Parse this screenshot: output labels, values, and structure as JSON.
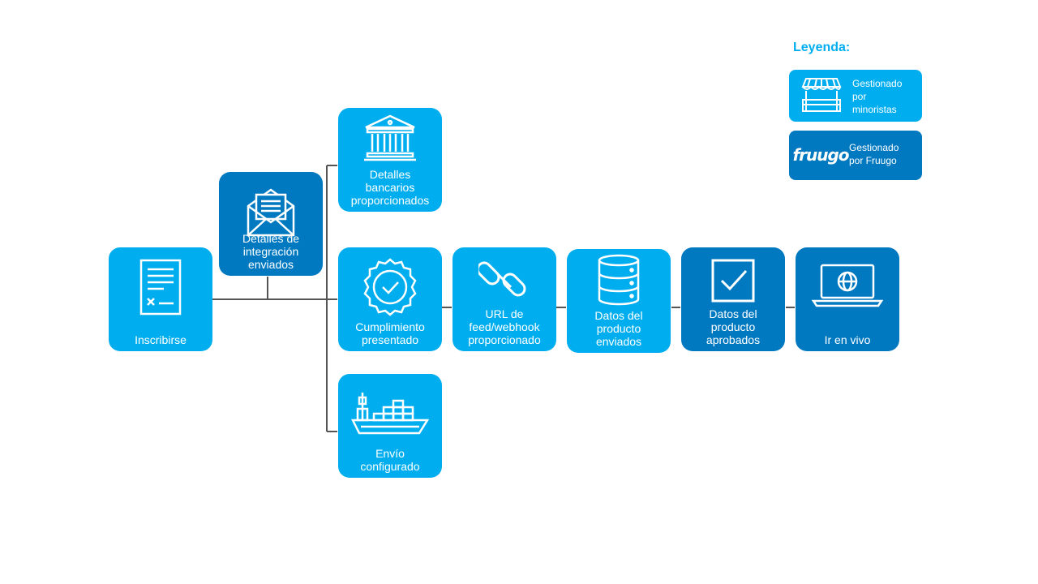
{
  "legend": {
    "title": "Leyenda:",
    "retailer": {
      "text": "Gestionado\npor\nminoristas",
      "icon": "storefront-icon"
    },
    "fruugo": {
      "text": "Gestionado\npor Fruugo",
      "logo_text": "fruugo"
    }
  },
  "colors": {
    "retailer_managed": "#00aeef",
    "fruugo_managed": "#0079c1",
    "connector": "#555555"
  },
  "steps": [
    {
      "id": "inscribirse",
      "label": "Inscribirse",
      "managed_by": "retailer",
      "icon": "document-form-icon"
    },
    {
      "id": "detalles-integracion",
      "label": "Detalles de\nintegración\nenviados",
      "managed_by": "fruugo",
      "icon": "envelope-letter-icon"
    },
    {
      "id": "detalles-bancarios",
      "label": "Detalles\nbancarios\nproporcionados",
      "managed_by": "retailer",
      "icon": "bank-icon"
    },
    {
      "id": "cumplimiento",
      "label": "Cumplimiento\npresentado",
      "managed_by": "retailer",
      "icon": "badge-check-icon"
    },
    {
      "id": "envio",
      "label": "Envío\nconfigurado",
      "managed_by": "retailer",
      "icon": "cargo-ship-icon"
    },
    {
      "id": "url-feed",
      "label": "URL de\nfeed/webhook\nproporcionado",
      "managed_by": "retailer",
      "icon": "link-icon"
    },
    {
      "id": "datos-enviados",
      "label": "Datos del\nproducto\nenviados",
      "managed_by": "retailer",
      "icon": "database-icon"
    },
    {
      "id": "datos-aprobados",
      "label": "Datos del\nproducto\naprobados",
      "managed_by": "fruugo",
      "icon": "checkbox-icon"
    },
    {
      "id": "ir-en-vivo",
      "label": "Ir en vivo",
      "managed_by": "fruugo",
      "icon": "laptop-globe-icon"
    }
  ]
}
